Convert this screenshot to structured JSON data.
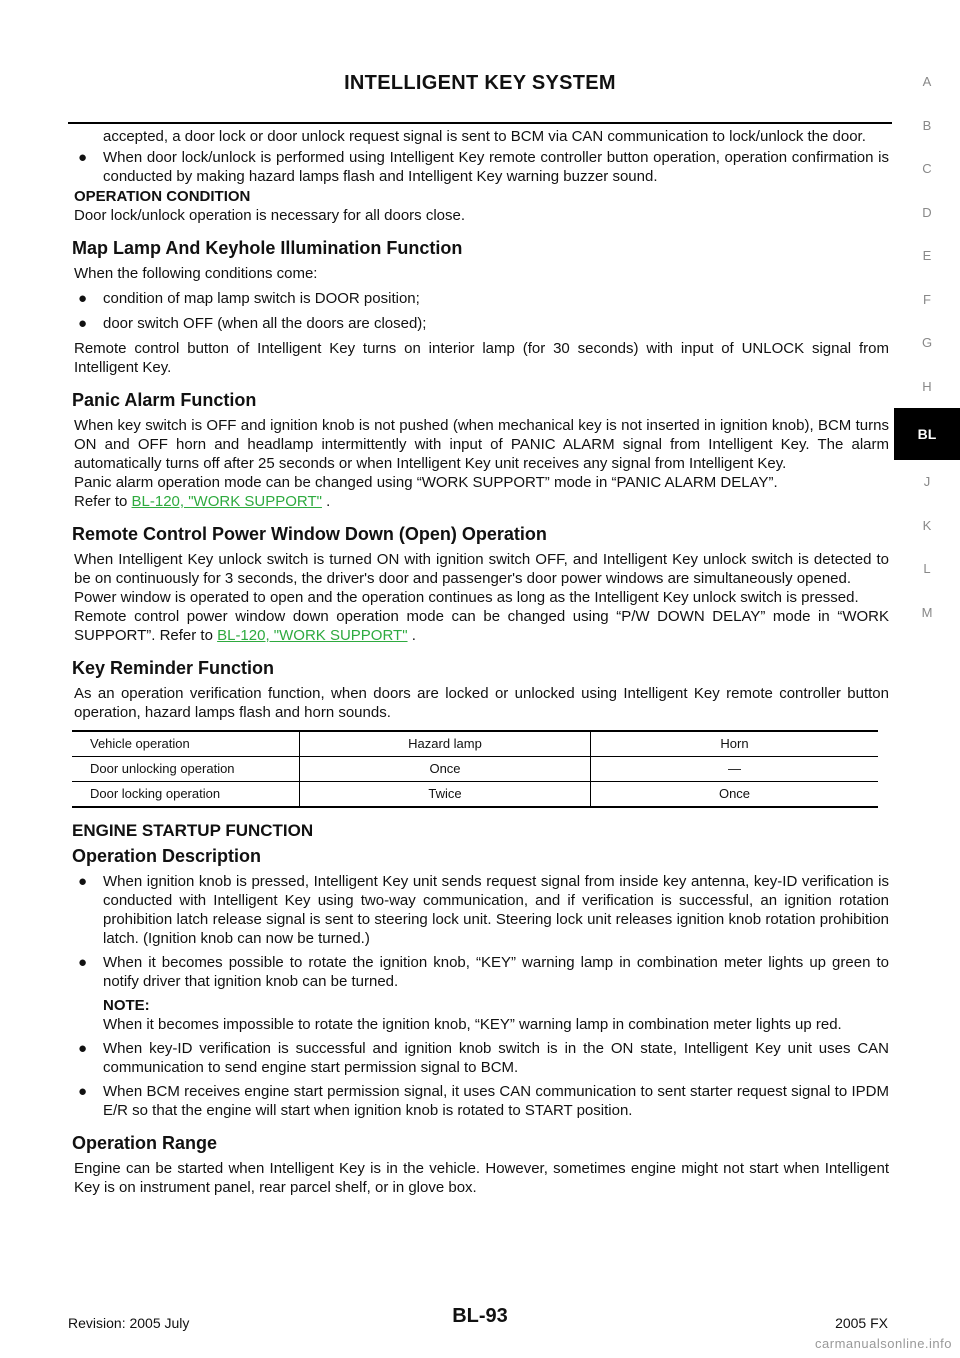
{
  "header": {
    "title": "INTELLIGENT KEY SYSTEM"
  },
  "intro": {
    "continuation": "accepted, a door lock or door unlock request signal is sent to BCM via CAN communication to lock/unlock the door.",
    "bullet": "When door lock/unlock is performed using Intelligent Key remote controller button operation, operation confirmation is conducted by making hazard lamps flash and Intelligent Key warning buzzer sound.",
    "condition_heading": "OPERATION CONDITION",
    "condition_text": "Door lock/unlock operation is necessary for all doors close."
  },
  "map_lamp": {
    "heading": "Map Lamp And Keyhole Illumination Function",
    "intro": "When the following conditions come:",
    "bullets": [
      "condition of map lamp switch is DOOR position;",
      "door switch OFF (when all the doors are closed);"
    ],
    "text": "Remote control button of Intelligent Key turns on interior lamp (for 30 seconds) with input of UNLOCK signal from Intelligent Key."
  },
  "panic": {
    "heading": "Panic Alarm Function",
    "text1": "When key switch is OFF and ignition knob is not pushed (when mechanical key is not inserted in ignition knob), BCM turns ON and OFF horn and headlamp intermittently with input of PANIC ALARM signal from Intelligent Key. The alarm automatically turns off after 25 seconds or when Intelligent Key unit receives any signal from Intelligent Key.",
    "text2": "Panic alarm operation mode can be changed using “WORK SUPPORT” mode in “PANIC ALARM DELAY”.",
    "refer_prefix": "Refer to ",
    "refer_link": "BL-120, \"WORK SUPPORT\"",
    "refer_suffix": " ."
  },
  "power_window": {
    "heading": "Remote Control Power Window Down (Open) Operation",
    "text1": "When Intelligent Key unlock switch is turned ON with ignition switch OFF, and Intelligent Key unlock switch is detected to be on continuously for 3 seconds, the driver's door and passenger's door power windows are simultaneously opened.",
    "text2": "Power window is operated to open and the operation continues as long as the Intelligent Key unlock switch is pressed.",
    "text3_prefix": "Remote control power window down operation mode can be changed using “P/W DOWN DELAY” mode in “WORK SUPPORT”. Refer to ",
    "refer_link": "BL-120, \"WORK SUPPORT\"",
    "refer_suffix": " ."
  },
  "key_reminder": {
    "heading": "Key Reminder Function",
    "text": "As an operation verification function, when doors are locked or unlocked using Intelligent Key remote controller button operation, hazard lamps flash and horn sounds.",
    "table": {
      "headers": [
        "Vehicle operation",
        "Hazard lamp",
        "Horn"
      ],
      "rows": [
        [
          "Door unlocking operation",
          "Once",
          "—"
        ],
        [
          "Door locking operation",
          "Twice",
          "Once"
        ]
      ]
    }
  },
  "engine_startup": {
    "heading": "ENGINE STARTUP FUNCTION",
    "op_desc_heading": "Operation Description",
    "bullets": [
      "When ignition knob is pressed, Intelligent Key unit sends request signal from inside key antenna, key-ID verification is conducted with Intelligent Key using two-way communication, and if verification is successful, an ignition rotation prohibition latch release signal is sent to steering lock unit. Steering lock unit releases ignition knob rotation prohibition latch. (Ignition knob can now be turned.)",
      "When it becomes possible to rotate the ignition knob, “KEY” warning lamp in combination meter lights up green to notify driver that ignition knob can be turned."
    ],
    "note_heading": "NOTE:",
    "note_text": "When it becomes impossible to rotate the ignition knob, “KEY” warning lamp in combination meter lights up red.",
    "bullets2": [
      "When key-ID verification is successful and ignition knob switch is in the ON state, Intelligent Key unit uses CAN communication to send engine start permission signal to BCM.",
      "When BCM receives engine start permission signal, it uses CAN communication to sent starter request signal to IPDM E/R so that the engine will start when ignition knob is rotated to START position."
    ],
    "range_heading": "Operation Range",
    "range_text": "Engine can be started when Intelligent Key is in the vehicle. However, sometimes engine might not start when Intelligent Key is on instrument panel, rear parcel shelf, or in glove box."
  },
  "side_tabs": [
    "A",
    "B",
    "C",
    "D",
    "E",
    "F",
    "G",
    "H",
    "BL",
    "J",
    "K",
    "L",
    "M"
  ],
  "footer": {
    "revision": "Revision: 2005 July",
    "page": "BL-93",
    "model": "2005 FX",
    "watermark": "carmanualsonline.info"
  }
}
